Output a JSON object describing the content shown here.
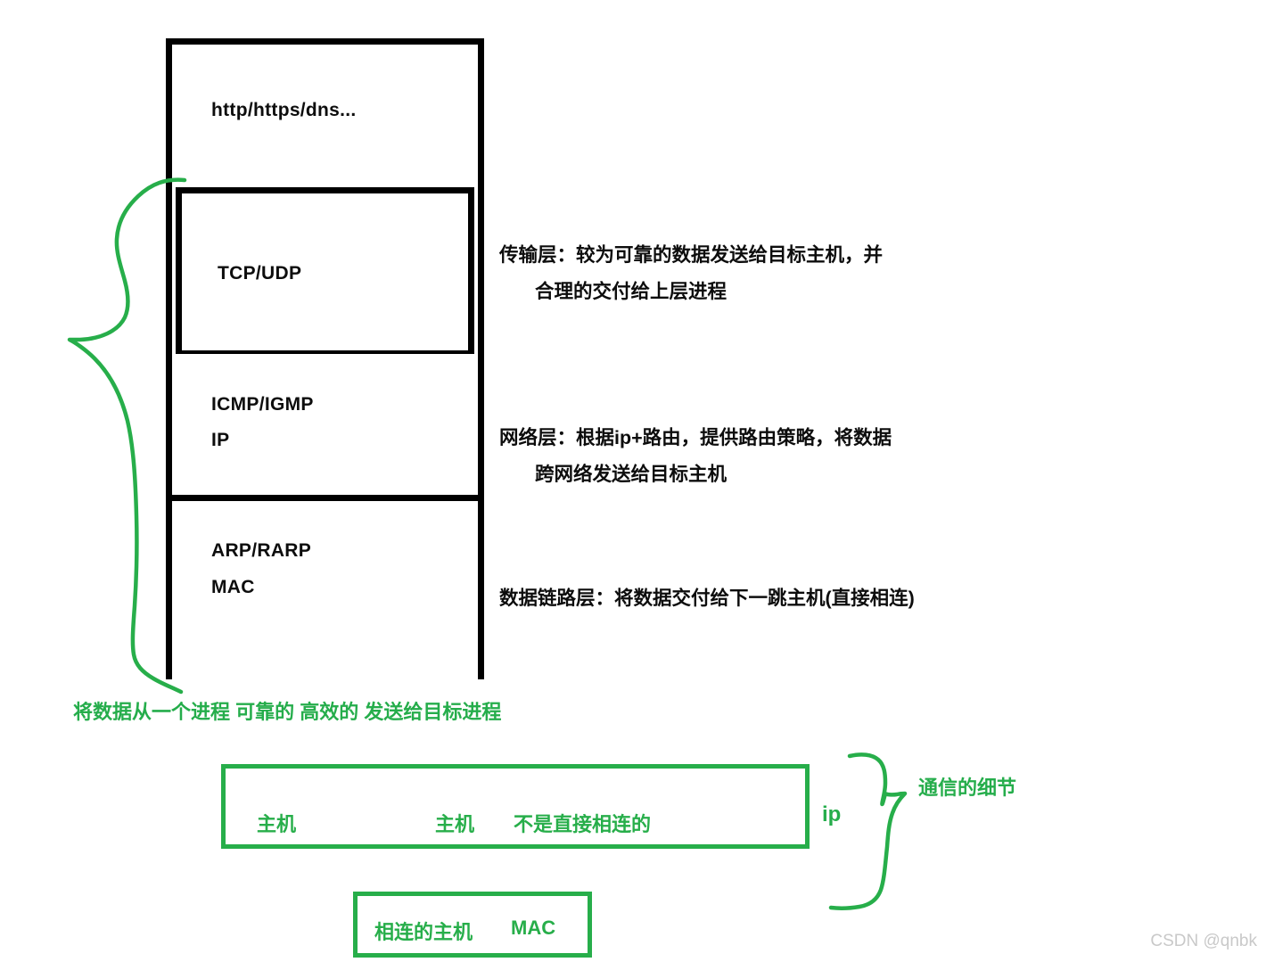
{
  "diagram": {
    "title": "TCP/IP protocol stack annotated diagram",
    "colors": {
      "stroke_black": "#000000",
      "accent_green": "#27ae4a",
      "text_black": "#0d0d0d",
      "watermark_gray": "#c9c9c9"
    },
    "stack": {
      "layers": [
        {
          "id": "application",
          "label": "http/https/dns..."
        },
        {
          "id": "transport",
          "label": "TCP/UDP"
        },
        {
          "id": "network",
          "label_line1": "ICMP/IGMP",
          "label_line2": "IP"
        },
        {
          "id": "link",
          "label_line1": "ARP/RARP",
          "label_line2": "MAC"
        }
      ]
    },
    "descriptions": [
      {
        "id": "transport-desc",
        "line1": "传输层：较为可靠的数据发送给目标主机，并",
        "line2": "合理的交付给上层进程"
      },
      {
        "id": "network-desc",
        "line1": "网络层：根据ip+路由，提供路由策略，将数据",
        "line2": "跨网络发送给目标主机"
      },
      {
        "id": "link-desc",
        "line1": "数据链路层：将数据交付给下一跳主机(直接相连)",
        "line2": ""
      }
    ],
    "annotations": {
      "left_brace_caption": "将数据从一个进程  可靠的 高效的 发送给目标进程",
      "right_brace_caption": "通信的细节",
      "ip_label": "ip"
    },
    "green_boxes": {
      "wide": {
        "host_left": "主机",
        "host_right": "主机",
        "note": "不是直接相连的"
      },
      "small": {
        "connected_host": "相连的主机",
        "protocol": "MAC"
      }
    },
    "watermark": "CSDN @qnbk"
  }
}
